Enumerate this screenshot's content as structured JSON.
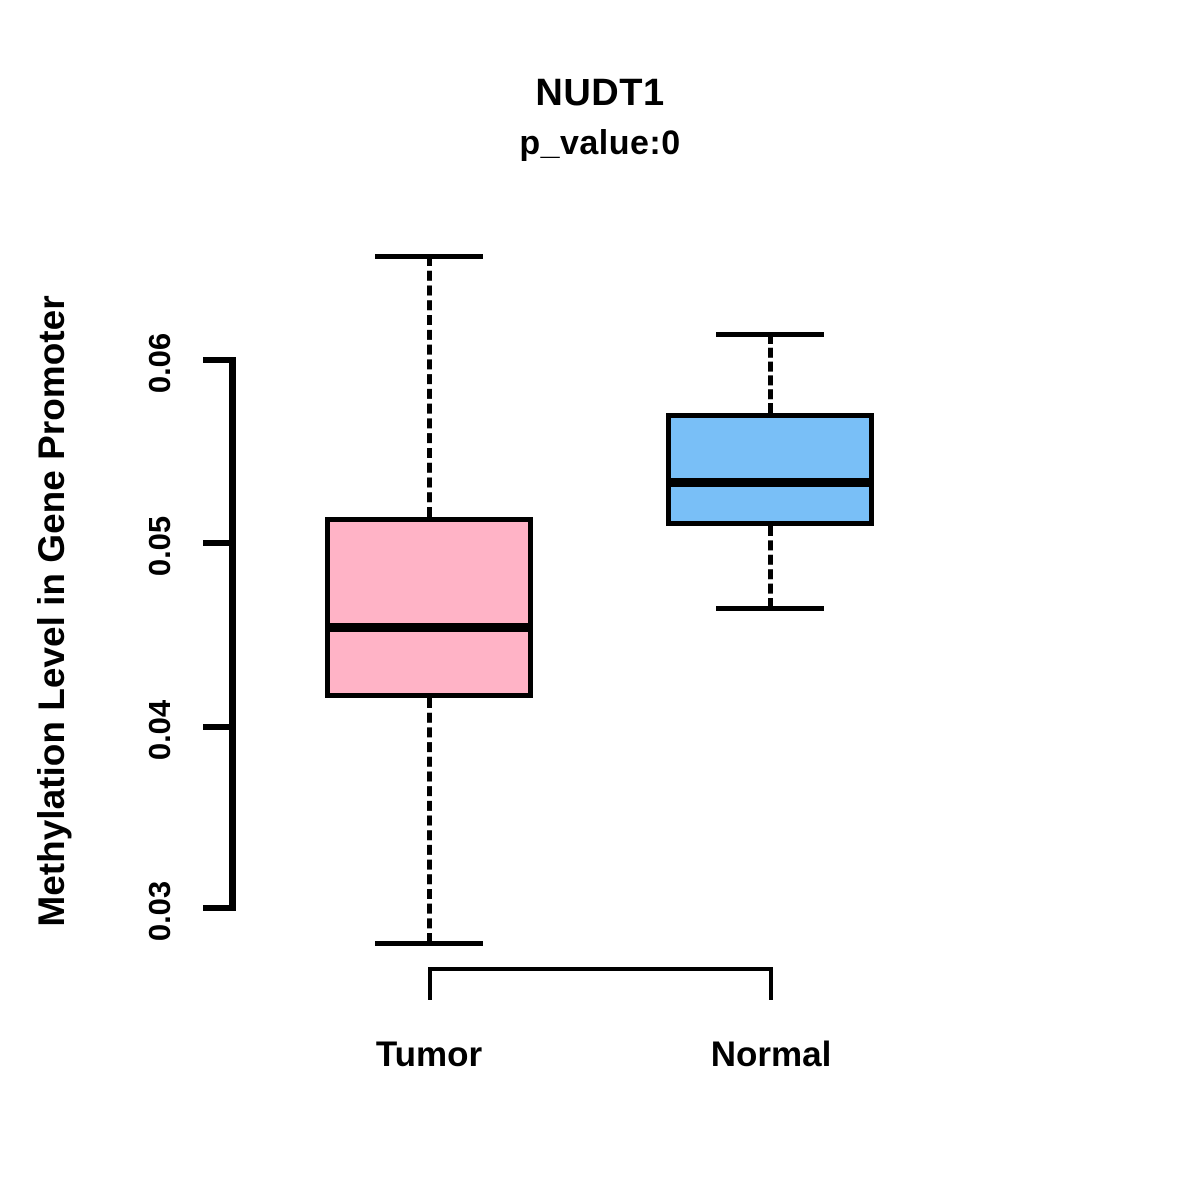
{
  "chart_data": {
    "type": "box",
    "title": "NUDT1",
    "subtitle": "p_value:0",
    "xlabel": "",
    "ylabel": "Methylation Level in Gene Promoter",
    "ylim": [
      0.0255,
      0.0672
    ],
    "yticks": [
      "0.03",
      "0.04",
      "0.05",
      "0.06"
    ],
    "ytick_values": [
      0.03,
      0.04,
      0.05,
      0.06
    ],
    "grid": false,
    "legend": "none",
    "categories": [
      "Tumor",
      "Normal"
    ],
    "boxes": [
      {
        "name": "Tumor",
        "color": "#FFB3C6",
        "whisker_low": 0.0281,
        "q1": 0.0415,
        "median": 0.0454,
        "q3": 0.0514,
        "whisker_high": 0.0657
      },
      {
        "name": "Normal",
        "color": "#79BFF7",
        "whisker_low": 0.0464,
        "q1": 0.0509,
        "median": 0.0533,
        "q3": 0.0571,
        "whisker_high": 0.0614
      }
    ]
  },
  "title": {
    "main": "NUDT1",
    "sub": "p_value:0"
  },
  "axes": {
    "y_label": "Methylation Level in Gene Promoter",
    "y_ticks": [
      "0.06",
      "0.05",
      "0.04",
      "0.03"
    ],
    "x_ticks": [
      "Tumor",
      "Normal"
    ]
  },
  "colors": {
    "tumor_fill": "#FFB3C6",
    "normal_fill": "#79BFF7",
    "stroke": "#000000",
    "background": "#FFFFFF"
  }
}
